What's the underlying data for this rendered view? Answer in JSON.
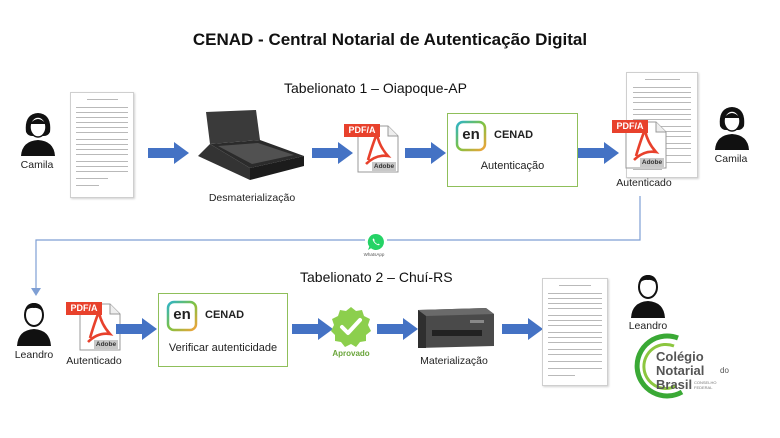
{
  "title": "CENAD - Central Notarial de Autenticação Digital",
  "office1": {
    "name": "Tabelionato 1 – Oiapoque-AP"
  },
  "office2": {
    "name": "Tabelionato 2 – Chuí-RS"
  },
  "row1": {
    "person_left": "Camila",
    "scanner_label": "Desmaterialização",
    "pdf_badge": "PDF/A",
    "adobe_text": "Adobe",
    "cenad_name": "CENAD",
    "cenad_logo": "en",
    "cenad_action": "Autenticação",
    "result_label": "Autenticado",
    "person_right": "Camila"
  },
  "transfer": {
    "icon": "whatsapp-icon",
    "caption": "WhatsApp"
  },
  "row2": {
    "person_left": "Leandro",
    "pdf_badge": "PDF/A",
    "adobe_text": "Adobe",
    "file_label": "Autenticado",
    "cenad_name": "CENAD",
    "cenad_logo": "en",
    "cenad_action": "Verificar autenticidade",
    "approved_label": "Aprovado",
    "printer_label": "Materialização",
    "person_right": "Leandro"
  },
  "brand": {
    "line1": "Colégio",
    "line2": "Notarial",
    "line2_suffix": "do",
    "line3": "Brasil",
    "tag": "CONSELHO FEDERAL"
  },
  "colors": {
    "arrow": "#4472c4",
    "connector": "#7f9fd4",
    "green": "#8fbf5a",
    "pdf_red": "#e8412c",
    "brand_green": "#3aa935"
  }
}
